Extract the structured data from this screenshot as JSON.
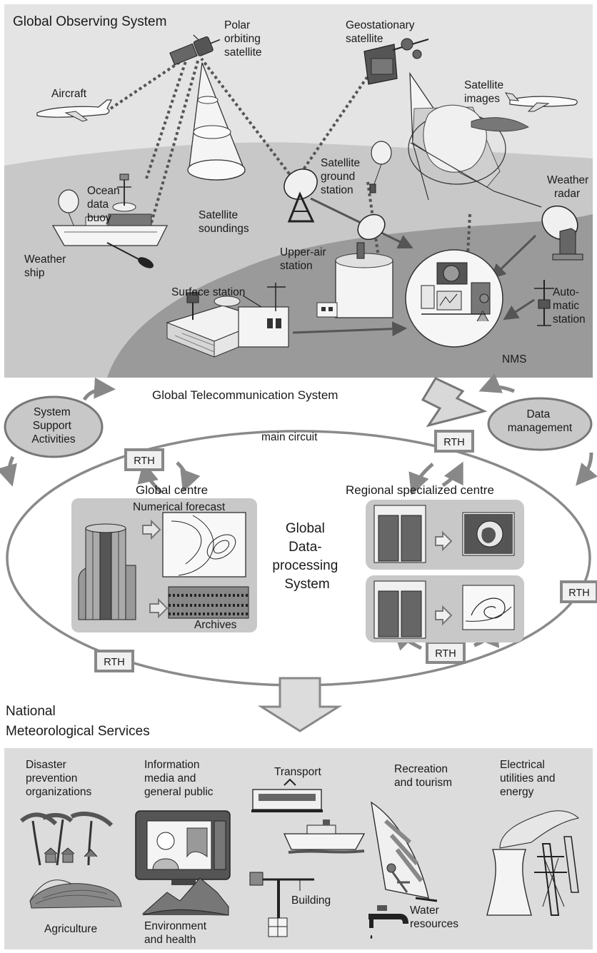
{
  "gos": {
    "title": "Global Observing System",
    "polar_satellite": [
      "Polar",
      "orbiting",
      "satellite"
    ],
    "geostationary_satellite": [
      "Geostationary",
      "satellite"
    ],
    "aircraft": "Aircraft",
    "satellite_images": [
      "Satellite",
      "images"
    ],
    "ocean_data_buoy": [
      "Ocean",
      "data",
      "buoy"
    ],
    "satellite_soundings": [
      "Satellite",
      "soundings"
    ],
    "satellite_ground_station": [
      "Satellite",
      "ground",
      "station"
    ],
    "weather_radar": [
      "Weather",
      "radar"
    ],
    "weather_ship": [
      "Weather",
      "ship"
    ],
    "upper_air_station": [
      "Upper-air",
      "station"
    ],
    "surface_station": "Surface station",
    "automatic_station": [
      "Auto-",
      "matic",
      "station"
    ],
    "nms": "NMS"
  },
  "gts": {
    "title": "Global Telecommunication System",
    "system_support": [
      "System",
      "Support",
      "Activities"
    ],
    "data_management": [
      "Data",
      "management"
    ],
    "main_circuit": "main circuit",
    "rth": "RTH"
  },
  "gdps": {
    "title": [
      "Global",
      "Data-",
      "processing",
      "System"
    ],
    "global_centre": "Global centre",
    "numerical_forecast": "Numerical forecast",
    "archives": "Archives",
    "regional_centre": "Regional specialized centre"
  },
  "nms_services": {
    "title": [
      "National",
      "Meteorological Services"
    ],
    "disaster": [
      "Disaster",
      "prevention",
      "organizations"
    ],
    "media": [
      "Information",
      "media and",
      "general public"
    ],
    "transport": "Transport",
    "recreation": [
      "Recreation",
      "and tourism"
    ],
    "electrical": [
      "Electrical",
      "utilities and",
      "energy"
    ],
    "agriculture": "Agriculture",
    "environment": [
      "Environment",
      "and health"
    ],
    "building": "Building",
    "water": [
      "Water",
      "resources"
    ]
  },
  "colors": {
    "panel": "#dcdcdc",
    "land": "#9a9a9a",
    "box": "#c8c8c8",
    "outline": "#7c7c7c"
  }
}
